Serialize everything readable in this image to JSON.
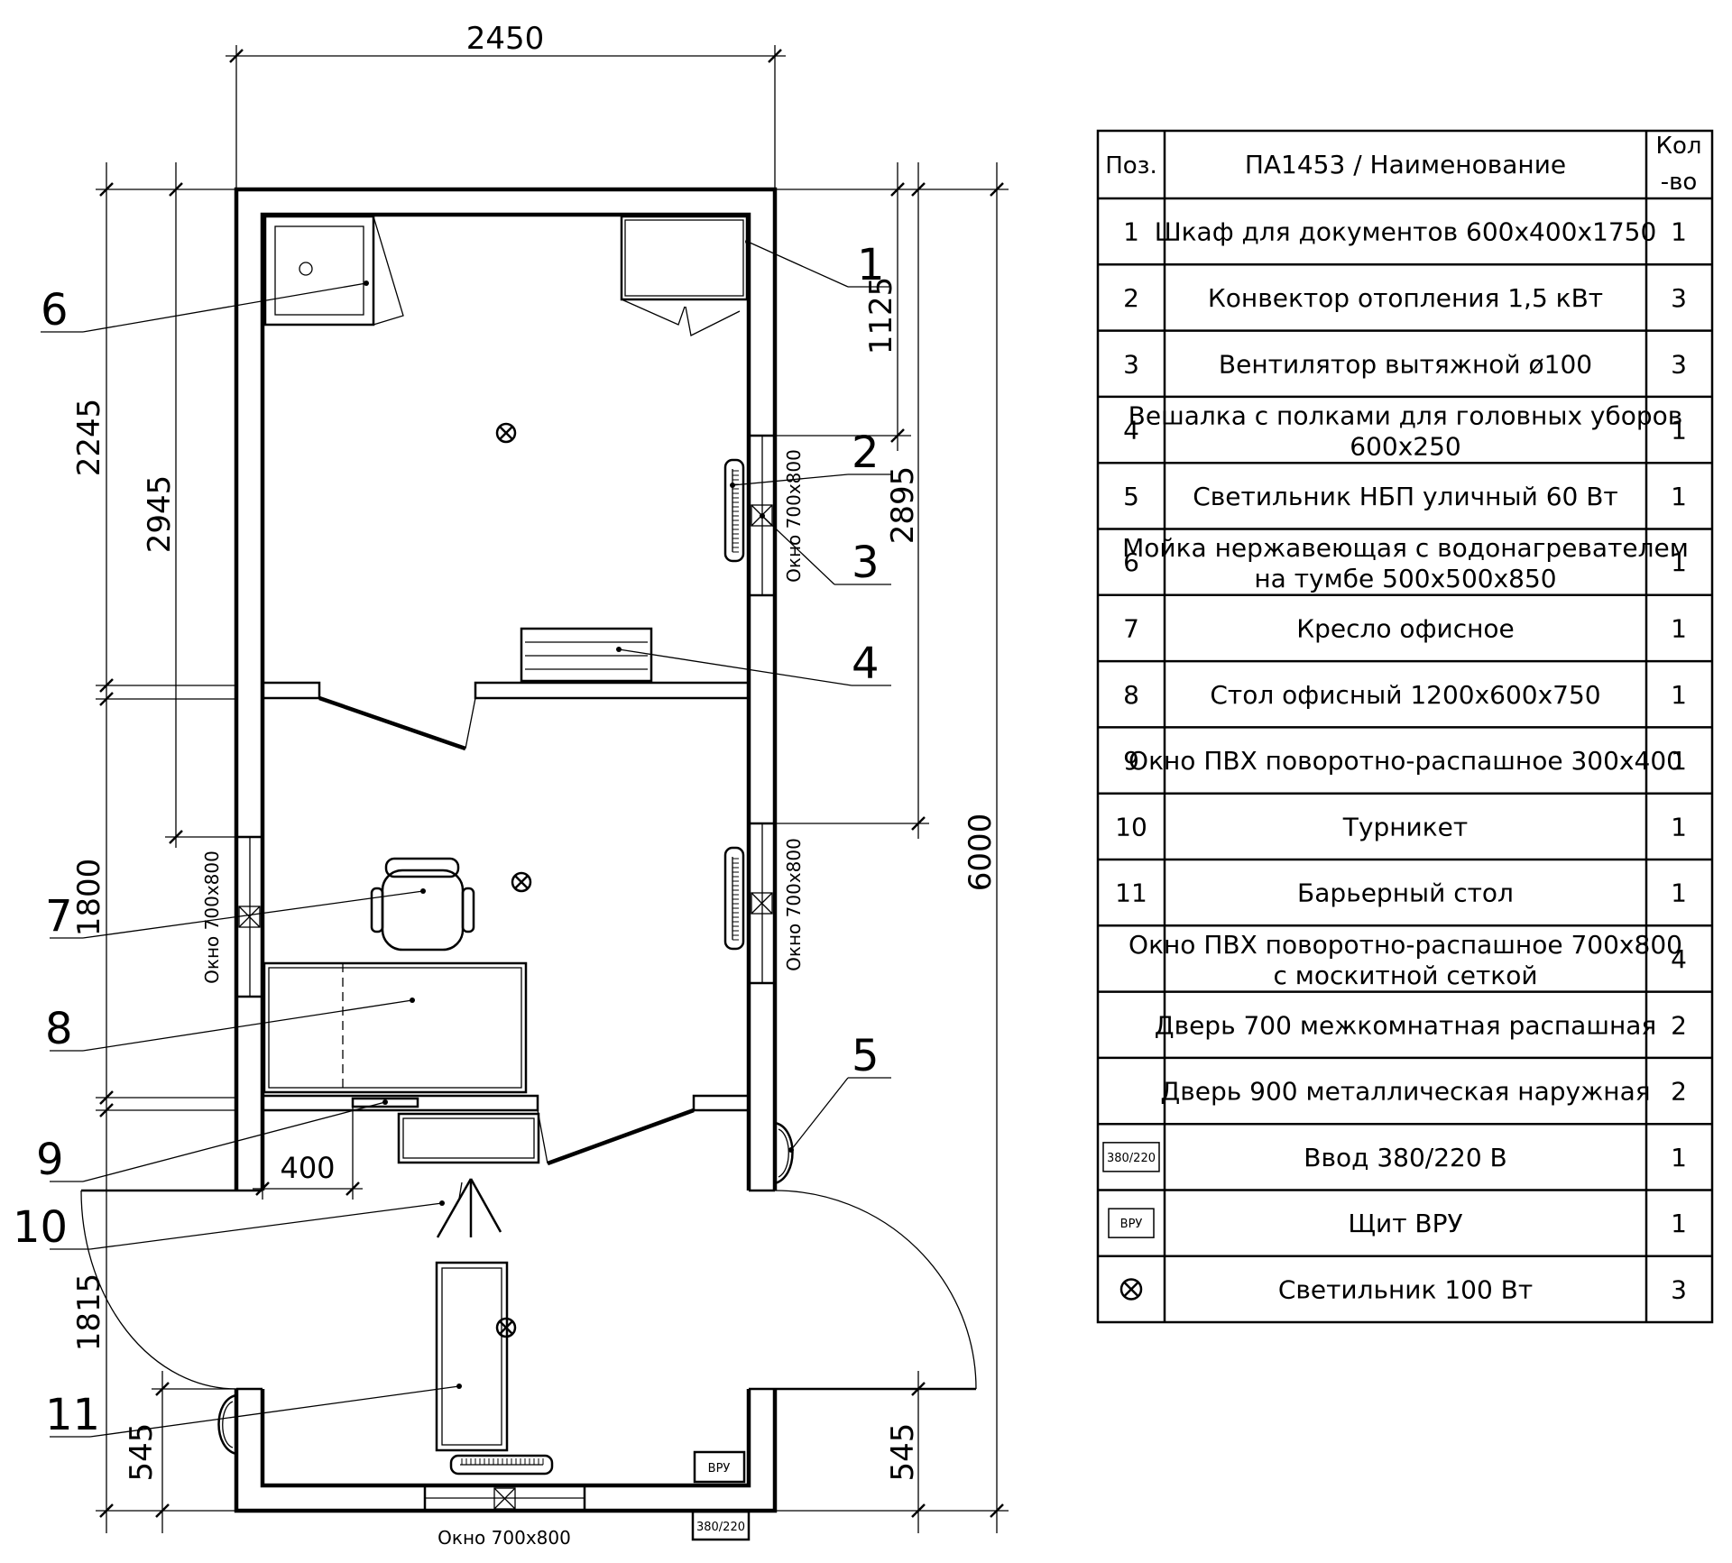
{
  "dimensions": {
    "overall_width": "2450",
    "overall_length": "6000",
    "left_upper": "2245",
    "left_inner": "2945",
    "left_1800": "1800",
    "left_1815": "1815",
    "left_545": "545",
    "right_1125": "1125",
    "right_2895": "2895",
    "right_545": "545",
    "gap_400": "400"
  },
  "window_labels": {
    "right_upper": "Окно 700х800",
    "right_middle": "Окно 700х800",
    "left_middle": "Окно 700х800",
    "bottom": "Окно 700х800"
  },
  "plan_tags": {
    "vru": "ВРУ",
    "input_380_220": "380/220"
  },
  "callouts": [
    "1",
    "2",
    "3",
    "4",
    "5",
    "6",
    "7",
    "8",
    "9",
    "10",
    "11"
  ],
  "spec_table": {
    "headers": {
      "pos": "Поз.",
      "name": "ПА1453 / Наименование",
      "qty_line1": "Кол",
      "qty_line2": "-во"
    },
    "rows": [
      {
        "pos": "1",
        "name": "Шкаф для документов 600х400х1750",
        "name2": "",
        "qty": "1",
        "icon": ""
      },
      {
        "pos": "2",
        "name": "Конвектор отопления 1,5 кВт",
        "name2": "",
        "qty": "3",
        "icon": ""
      },
      {
        "pos": "3",
        "name": "Вентилятор вытяжной ø100",
        "name2": "",
        "qty": "3",
        "icon": ""
      },
      {
        "pos": "4",
        "name": "Вешалка с полками для головных уборов",
        "name2": "600х250",
        "qty": "1",
        "icon": ""
      },
      {
        "pos": "5",
        "name": "Светильник НБП уличный 60 Вт",
        "name2": "",
        "qty": "1",
        "icon": ""
      },
      {
        "pos": "6",
        "name": "Мойка нержавеющая с водонагревателем",
        "name2": "на тумбе 500х500х850",
        "qty": "1",
        "icon": ""
      },
      {
        "pos": "7",
        "name": "Кресло офисное",
        "name2": "",
        "qty": "1",
        "icon": ""
      },
      {
        "pos": "8",
        "name": "Стол офисный 1200х600х750",
        "name2": "",
        "qty": "1",
        "icon": ""
      },
      {
        "pos": "9",
        "name": "Окно ПВХ поворотно-распашное 300х400",
        "name2": "",
        "qty": "1",
        "icon": ""
      },
      {
        "pos": "10",
        "name": "Турникет",
        "name2": "",
        "qty": "1",
        "icon": ""
      },
      {
        "pos": "11",
        "name": "Барьерный стол",
        "name2": "",
        "qty": "1",
        "icon": ""
      },
      {
        "pos": "",
        "name": "Окно ПВХ поворотно-распашное 700х800",
        "name2": "с москитной сеткой",
        "qty": "4",
        "icon": ""
      },
      {
        "pos": "",
        "name": "Дверь 700 межкомнатная распашная",
        "name2": "",
        "qty": "2",
        "icon": ""
      },
      {
        "pos": "",
        "name": "Дверь 900 металлическая наружная",
        "name2": "",
        "qty": "2",
        "icon": ""
      },
      {
        "pos": "",
        "name": "Ввод 380/220 В",
        "name2": "",
        "qty": "1",
        "icon": "380/220"
      },
      {
        "pos": "",
        "name": "Щит ВРУ",
        "name2": "",
        "qty": "1",
        "icon": "ВРУ"
      },
      {
        "pos": "",
        "name": "Светильник 100 Вт",
        "name2": "",
        "qty": "3",
        "icon": "lamp-symbol"
      }
    ]
  }
}
